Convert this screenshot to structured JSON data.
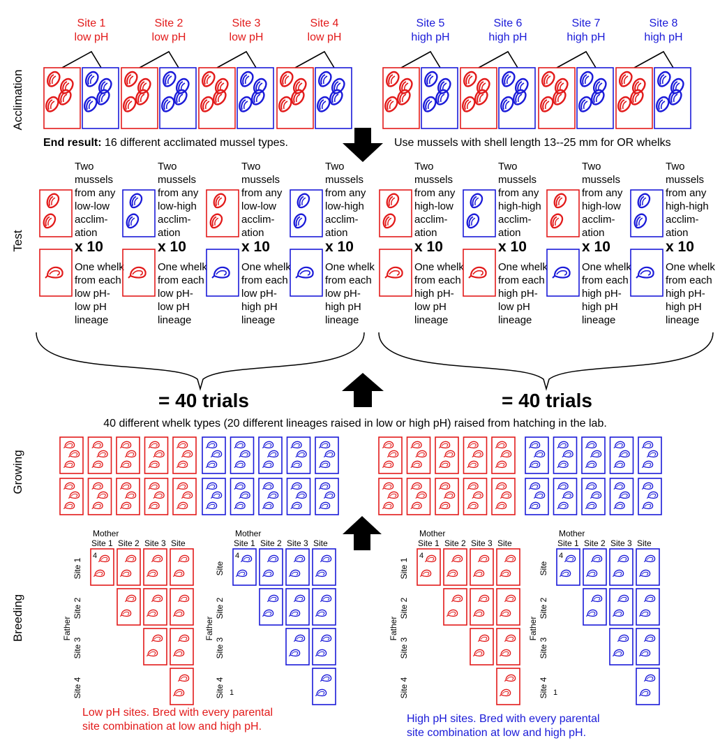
{
  "colors": {
    "low": "#e21a1a",
    "high": "#1a1ad8",
    "ink": "#000000"
  },
  "acclimation": {
    "section_label": "Acclimation",
    "sites": [
      {
        "name": "Site 1",
        "ph": "low pH",
        "group": "low"
      },
      {
        "name": "Site 2",
        "ph": "low pH",
        "group": "low"
      },
      {
        "name": "Site 3",
        "ph": "low pH",
        "group": "low"
      },
      {
        "name": "Site 4",
        "ph": "low pH",
        "group": "low"
      },
      {
        "name": "Site 5",
        "ph": "high pH",
        "group": "high"
      },
      {
        "name": "Site 6",
        "ph": "high pH",
        "group": "high"
      },
      {
        "name": "Site 7",
        "ph": "high pH",
        "group": "high"
      },
      {
        "name": "Site 8",
        "ph": "high pH",
        "group": "high"
      }
    ],
    "end_result_bold": "End result:",
    "end_result_text": "16 different acclimated mussel types.",
    "mussel_note": "Use mussels with shell length 13--25 mm for OR whelks"
  },
  "test": {
    "section_label": "Test",
    "multiplier": "x 10",
    "columns": [
      {
        "mussel": [
          "Two",
          "mussels",
          "from any",
          "low-low",
          "acclim-",
          "ation"
        ],
        "whelk": [
          "One whelk",
          "from each",
          "low pH-",
          "low pH",
          "lineage"
        ],
        "mussel_group": "low",
        "whelk_group": "low"
      },
      {
        "mussel": [
          "Two",
          "mussels",
          "from any",
          "low-high",
          "acclim-",
          "ation"
        ],
        "whelk": [
          "One whelk",
          "from each",
          "low pH-",
          "low pH",
          "lineage"
        ],
        "mussel_group": "high",
        "whelk_group": "low"
      },
      {
        "mussel": [
          "Two",
          "mussels",
          "from any",
          "low-low",
          "acclim-",
          "ation"
        ],
        "whelk": [
          "One whelk",
          "from each",
          "low pH-",
          "high pH",
          "lineage"
        ],
        "mussel_group": "low",
        "whelk_group": "high"
      },
      {
        "mussel": [
          "Two",
          "mussels",
          "from any",
          "low-high",
          "acclim-",
          "ation"
        ],
        "whelk": [
          "One whelk",
          "from each",
          "low pH-",
          "high pH",
          "lineage"
        ],
        "mussel_group": "high",
        "whelk_group": "high"
      },
      {
        "mussel": [
          "Two",
          "mussels",
          "from any",
          "high-low",
          "acclim-",
          "ation"
        ],
        "whelk": [
          "One whelk",
          "from each",
          "high pH-",
          "low pH",
          "lineage"
        ],
        "mussel_group": "low",
        "whelk_group": "low"
      },
      {
        "mussel": [
          "Two",
          "mussels",
          "from any",
          "high-high",
          "acclim-",
          "ation"
        ],
        "whelk": [
          "One whelk",
          "from each",
          "high pH-",
          "low pH",
          "lineage"
        ],
        "mussel_group": "high",
        "whelk_group": "low"
      },
      {
        "mussel": [
          "Two",
          "mussels",
          "from any",
          "high-low",
          "acclim-",
          "ation"
        ],
        "whelk": [
          "One whelk",
          "from each",
          "high pH-",
          "high pH",
          "lineage"
        ],
        "mussel_group": "low",
        "whelk_group": "high"
      },
      {
        "mussel": [
          "Two",
          "mussels",
          "from any",
          "high-high",
          "acclim-",
          "ation"
        ],
        "whelk": [
          "One whelk",
          "from each",
          "high pH-",
          "high pH",
          "lineage"
        ],
        "mussel_group": "high",
        "whelk_group": "high"
      }
    ],
    "trials_left": "= 40 trials",
    "trials_right": "= 40 trials"
  },
  "growing": {
    "section_label": "Growing",
    "caption": "40 different whelk types (20 different lineages raised in low or high pH) raised from hatching in the lab."
  },
  "breeding": {
    "section_label": "Breeding",
    "mother_label": "Mother",
    "father_label": "Father",
    "col_labels": [
      "Site 1",
      "Site 2",
      "Site 3",
      "Site"
    ],
    "row_labels": [
      "Site 1",
      "Site 2",
      "Site 3",
      "Site 4"
    ],
    "blue_row_labels": [
      "Site",
      "Site 2",
      "Site 3",
      "Site 4"
    ],
    "count_label": "4",
    "stray_digit": "1",
    "caption_low": [
      "Low pH sites. Bred with every parental",
      "site combination at low and high pH."
    ],
    "caption_high": [
      "High pH sites. Bred with every parental",
      "site combination at low and high pH."
    ]
  }
}
